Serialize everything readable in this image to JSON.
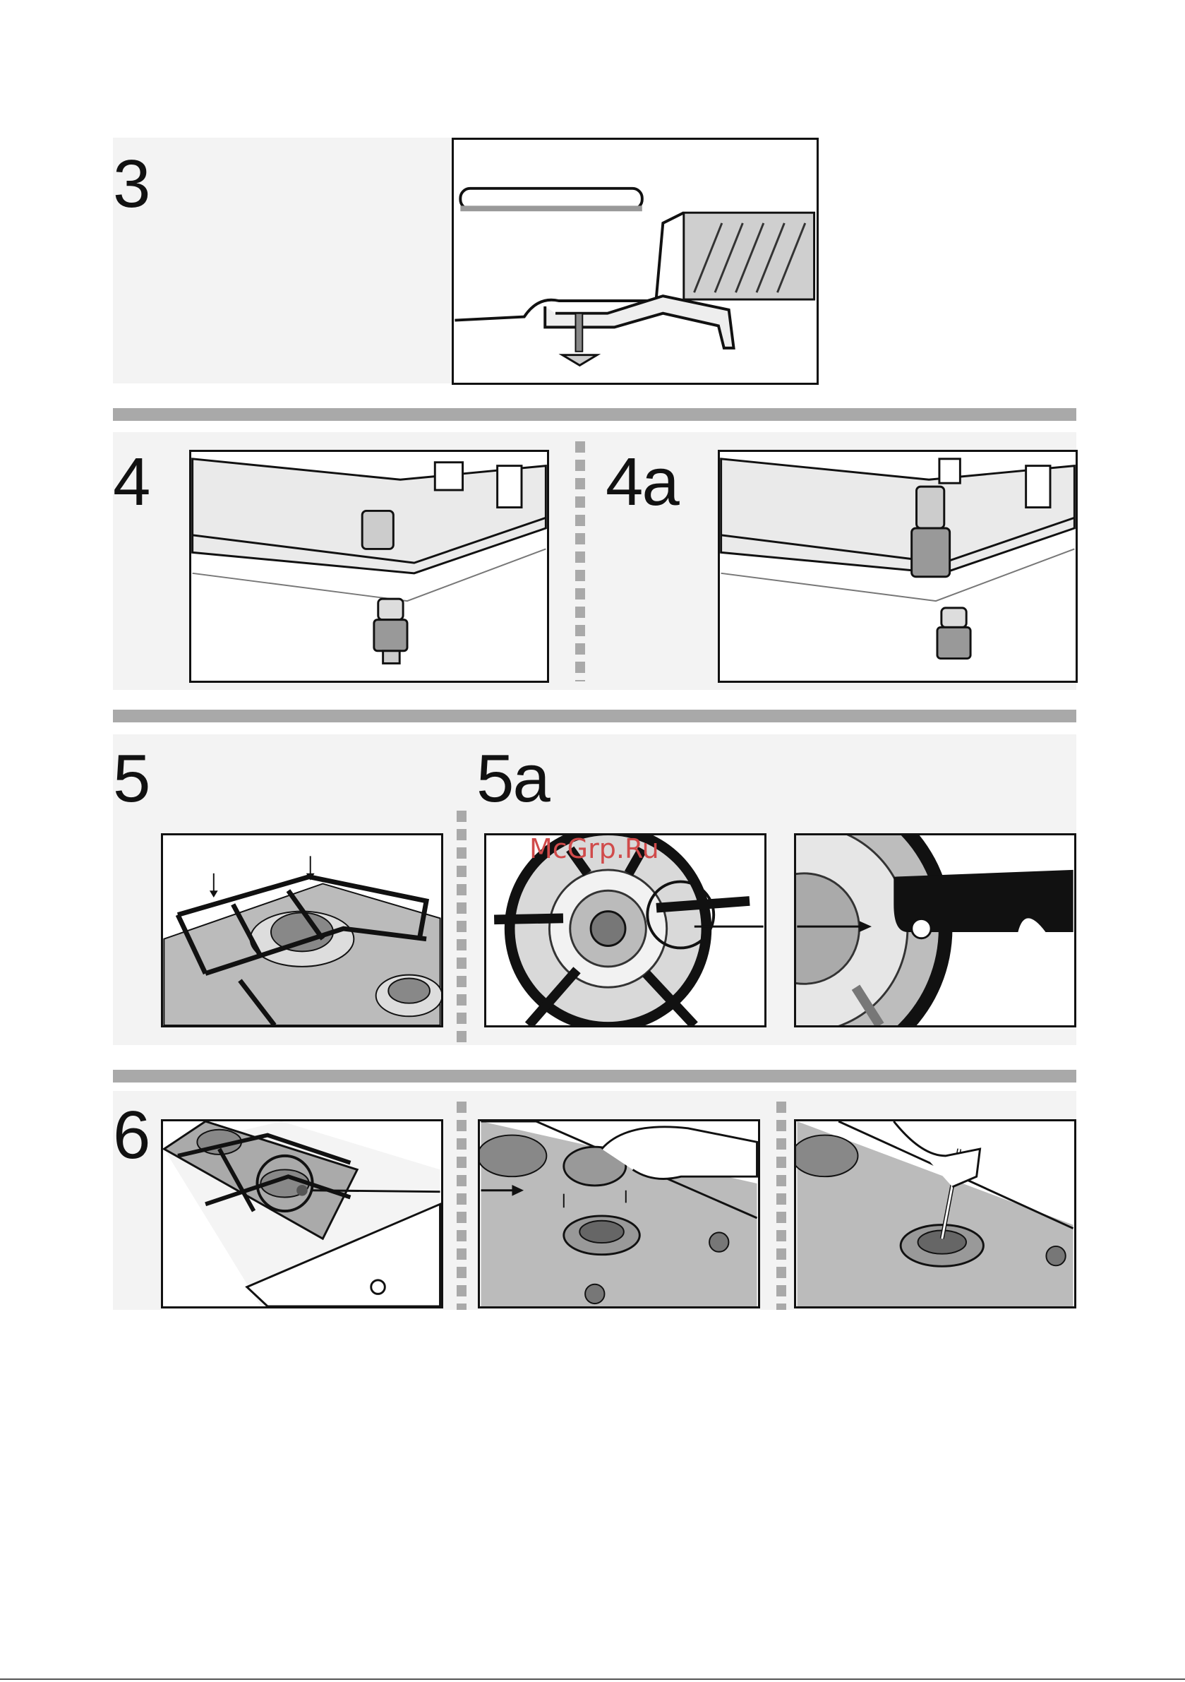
{
  "steps": {
    "s3": "3",
    "s4": "4",
    "s4a": "4a",
    "s5": "5",
    "s5a": "5a",
    "s6": "6"
  },
  "watermark": "McGrp.Ru",
  "colors": {
    "separator": "#a9a9a9",
    "outline": "#111111",
    "watermark": "#d04a4a"
  }
}
